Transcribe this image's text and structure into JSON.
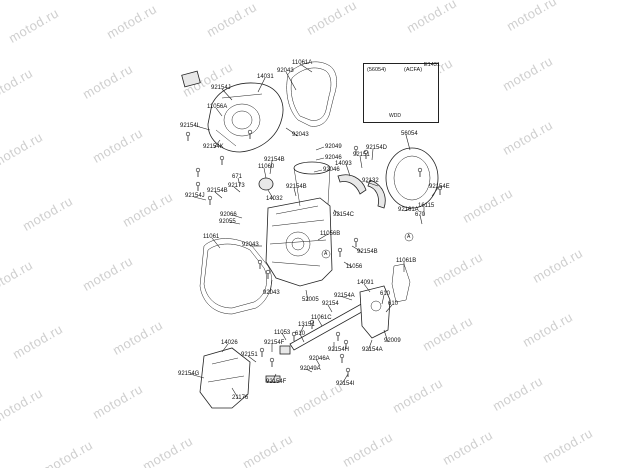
{
  "watermark_text": "motod.ru",
  "corner_code": "E1431",
  "inset": {
    "code_left": "(56054)",
    "code_right": "(ACFA)",
    "note": "WDD"
  },
  "ref_marker": "A",
  "labels": [
    {
      "id": "l11061A",
      "text": "11061A"
    },
    {
      "id": "l92043a",
      "text": "92043"
    },
    {
      "id": "l14031",
      "text": "14031"
    },
    {
      "id": "l92154J",
      "text": "92154J"
    },
    {
      "id": "l11056A",
      "text": "11056A"
    },
    {
      "id": "l92154L",
      "text": "92154L"
    },
    {
      "id": "l92043b",
      "text": "92043"
    },
    {
      "id": "l92154K",
      "text": "92154K"
    },
    {
      "id": "l92049",
      "text": "92049"
    },
    {
      "id": "l92046",
      "text": "92046"
    },
    {
      "id": "l14093",
      "text": "14093"
    },
    {
      "id": "l92046b",
      "text": "92046"
    },
    {
      "id": "l92154D",
      "text": "92154D"
    },
    {
      "id": "l92151",
      "text": "92151"
    },
    {
      "id": "l56054",
      "text": "56054"
    },
    {
      "id": "l92154B",
      "text": "92154B"
    },
    {
      "id": "l11060",
      "text": "11060"
    },
    {
      "id": "l671",
      "text": "671"
    },
    {
      "id": "l92173",
      "text": "92173"
    },
    {
      "id": "l92154Ba",
      "text": "92154B"
    },
    {
      "id": "l92154Bb",
      "text": "92154B"
    },
    {
      "id": "l92132",
      "text": "92132"
    },
    {
      "id": "l92154E",
      "text": "92154E"
    },
    {
      "id": "l92154Ja",
      "text": "92154J"
    },
    {
      "id": "l14032",
      "text": "14032"
    },
    {
      "id": "l92161A",
      "text": "92161A"
    },
    {
      "id": "l16115",
      "text": "16115"
    },
    {
      "id": "l92066",
      "text": "92066"
    },
    {
      "id": "l92154C",
      "text": "92154C"
    },
    {
      "id": "l670",
      "text": "670"
    },
    {
      "id": "l92055",
      "text": "92055"
    },
    {
      "id": "l11061",
      "text": "11061"
    },
    {
      "id": "l11056B",
      "text": "11056B"
    },
    {
      "id": "l92043c",
      "text": "92043"
    },
    {
      "id": "l92154Bc",
      "text": "92154B"
    },
    {
      "id": "l11061B",
      "text": "11061B"
    },
    {
      "id": "l11056",
      "text": "11056"
    },
    {
      "id": "l14091",
      "text": "14091"
    },
    {
      "id": "l92043d",
      "text": "92043"
    },
    {
      "id": "l92154Aa",
      "text": "92154A"
    },
    {
      "id": "l610",
      "text": "610"
    },
    {
      "id": "l610b",
      "text": "610"
    },
    {
      "id": "l52005",
      "text": "52005"
    },
    {
      "id": "l92154",
      "text": "92154"
    },
    {
      "id": "l11061C",
      "text": "11061C"
    },
    {
      "id": "l13151",
      "text": "13151"
    },
    {
      "id": "l11053",
      "text": "11053"
    },
    {
      "id": "l610c",
      "text": "610"
    },
    {
      "id": "l92009",
      "text": "92009"
    },
    {
      "id": "l14026",
      "text": "14026"
    },
    {
      "id": "l92154F",
      "text": "92154F"
    },
    {
      "id": "l92154H",
      "text": "92154H"
    },
    {
      "id": "l92154A",
      "text": "92154A"
    },
    {
      "id": "l92151b",
      "text": "92151"
    },
    {
      "id": "l92046A",
      "text": "92046A"
    },
    {
      "id": "l92049A",
      "text": "92049A"
    },
    {
      "id": "l92154G",
      "text": "92154G"
    },
    {
      "id": "l92154Fa",
      "text": "92154F"
    },
    {
      "id": "l92154I",
      "text": "92154I"
    },
    {
      "id": "l21176",
      "text": "21176"
    }
  ]
}
